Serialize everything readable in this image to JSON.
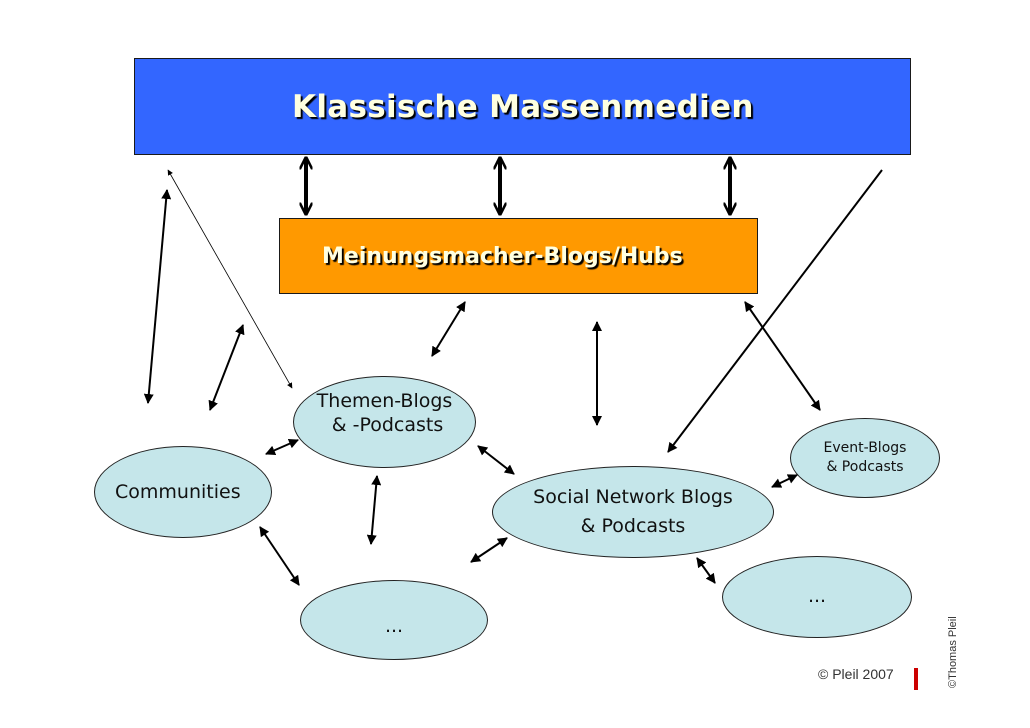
{
  "diagram": {
    "top_box": {
      "label": "Klassische Massenmedien",
      "color": "#3366ff"
    },
    "mid_box": {
      "label": "Meinungsmacher-Blogs/Hubs",
      "color": "#ff9900"
    },
    "nodes": {
      "communities": "Communities",
      "themen": "Themen-Blogs\n & -Podcasts",
      "social": "Social Network Blogs\n& Podcasts",
      "event": "Event-Blogs\n& Podcasts",
      "dots_left": "...",
      "dots_right": "..."
    },
    "node_color": "#c5e6ea"
  },
  "footer": {
    "copyright": "© Pleil 2007",
    "vertical_credit": "©Thomas Pleil",
    "bar_color": "#cc0000"
  }
}
